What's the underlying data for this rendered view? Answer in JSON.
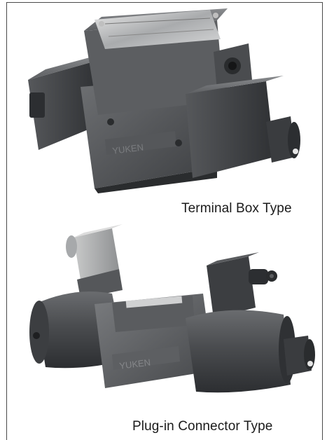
{
  "products": [
    {
      "caption": "Terminal Box Type"
    },
    {
      "caption": "Plug-in Connector Type"
    }
  ],
  "emboss_text": "YUKEN"
}
